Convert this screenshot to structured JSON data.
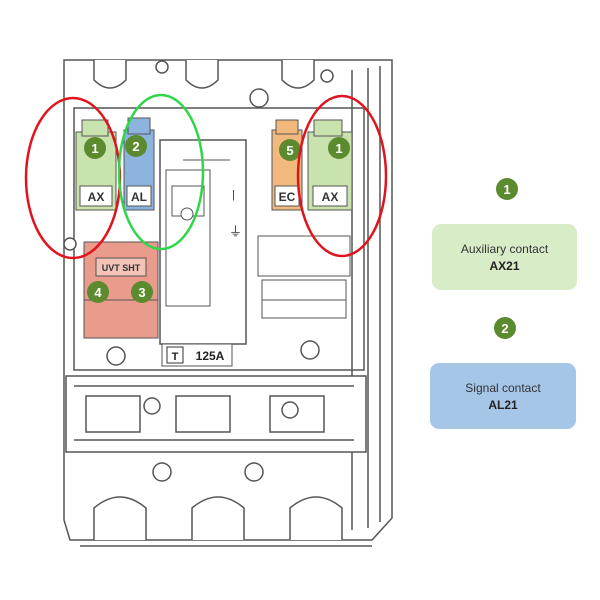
{
  "diagram": {
    "component_labels": {
      "ax": "AX",
      "al": "AL",
      "ec": "EC",
      "uvt_sht": "UVT SHT",
      "rating": "125A",
      "t_mark": "T"
    },
    "callouts": {
      "1": "1",
      "2": "2",
      "3": "3",
      "4": "4",
      "5": "5"
    }
  },
  "legend": [
    {
      "number": "1",
      "label": "Auxiliary contact",
      "code": "AX21",
      "color": "#d9ecc8"
    },
    {
      "number": "2",
      "label": "Signal contact",
      "code": "AL21",
      "color": "#a6c6e8"
    }
  ],
  "colors": {
    "badge": "#5c8a2e",
    "ax_module": "#c9e3ae",
    "al_module": "#8db4de",
    "ec_module": "#f2b97d",
    "uvt_module": "#e99b8c",
    "highlight_red": "#e0141e",
    "highlight_green": "#2fd64a",
    "outline": "#555555"
  }
}
